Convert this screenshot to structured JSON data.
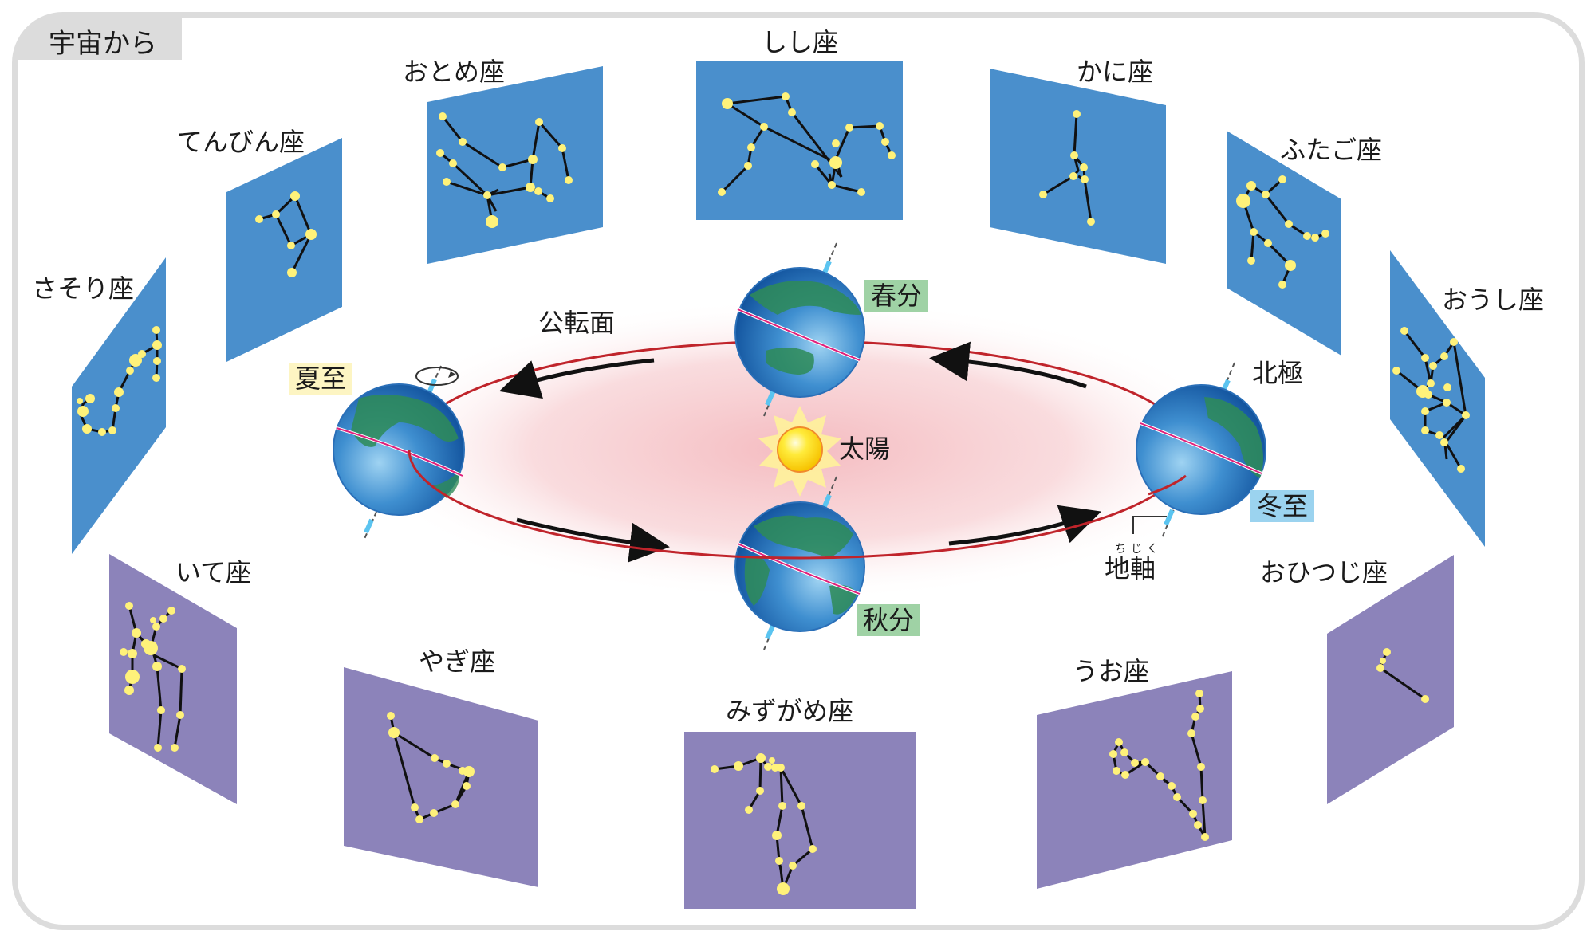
{
  "header": {
    "tab_title": "宇宙から"
  },
  "orbit": {
    "plane_label": "公転面",
    "sun_label": "太陽",
    "axis_label": "地軸",
    "axis_ruby": "ちじく",
    "north_pole_label": "北極",
    "orbit_color": "#c0242b",
    "plane_fill": "#f7c9cc"
  },
  "seasons": [
    {
      "key": "summer_solstice",
      "label": "夏至",
      "badge_color": "#fdf5c3"
    },
    {
      "key": "vernal_equinox",
      "label": "春分",
      "badge_color": "#9fd2a5"
    },
    {
      "key": "autumnal_equinox",
      "label": "秋分",
      "badge_color": "#9fd2a5"
    },
    {
      "key": "winter_solstice",
      "label": "冬至",
      "badge_color": "#9bd3ef"
    }
  ],
  "constellations": {
    "top_color": "#4a8fcc",
    "bottom_color": "#8c83ba",
    "star_color": "#fff27a",
    "items": [
      {
        "name": "おとめ座",
        "row": "top"
      },
      {
        "name": "しし座",
        "row": "top"
      },
      {
        "name": "かに座",
        "row": "top"
      },
      {
        "name": "てんびん座",
        "row": "top"
      },
      {
        "name": "ふたご座",
        "row": "top"
      },
      {
        "name": "さそり座",
        "row": "top"
      },
      {
        "name": "おうし座",
        "row": "top"
      },
      {
        "name": "いて座",
        "row": "bottom"
      },
      {
        "name": "やぎ座",
        "row": "bottom"
      },
      {
        "name": "みずがめ座",
        "row": "bottom"
      },
      {
        "name": "うお座",
        "row": "bottom"
      },
      {
        "name": "おひつじ座",
        "row": "bottom"
      }
    ]
  }
}
